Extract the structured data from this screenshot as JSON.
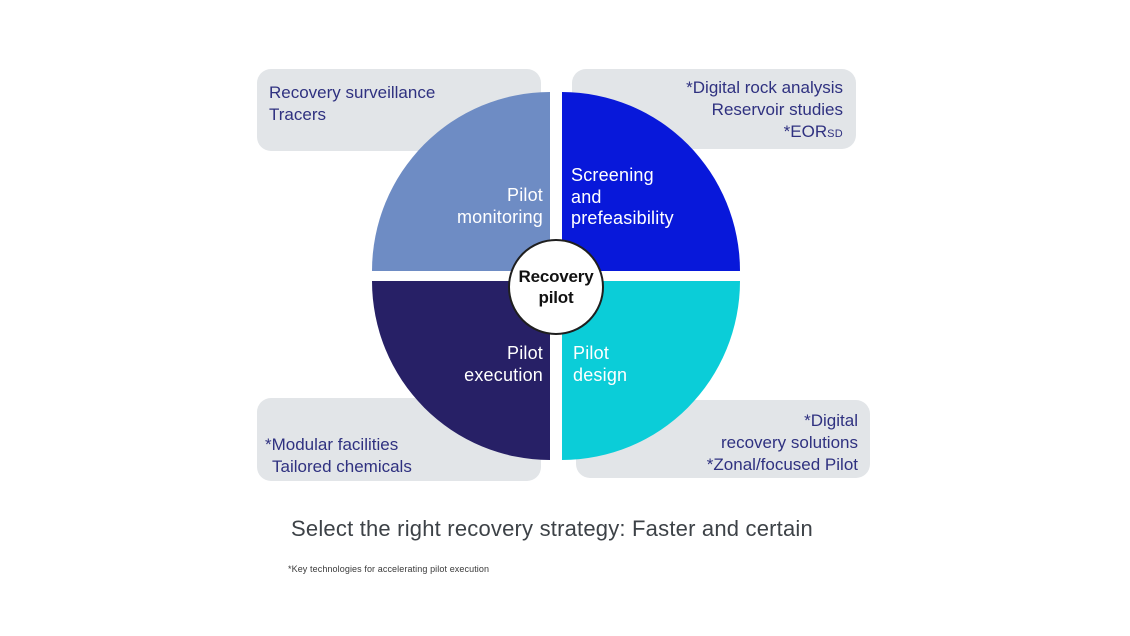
{
  "colors": {
    "background": "#ffffff",
    "quadrant_top_left": "#6e8cc4",
    "quadrant_top_right": "#0818da",
    "quadrant_bottom_left": "#272066",
    "quadrant_bottom_right": "#0bcdd8",
    "corner_box_bg": "#e2e5e8",
    "corner_box_text": "#2f3180",
    "quadrant_label_text": "#ffffff",
    "center_circle_bg": "#ffffff",
    "center_circle_border": "#1f1f1f",
    "center_circle_text": "#111111",
    "caption_text": "#3d4247",
    "footnote_text": "#3a3a3a"
  },
  "center": {
    "line1": "Recovery",
    "line2": "pilot"
  },
  "quadrants": {
    "top_left": {
      "label_lines": [
        "Pilot",
        "monitoring"
      ]
    },
    "top_right": {
      "label_lines": [
        "Screening",
        "and",
        "prefeasibility"
      ]
    },
    "bottom_left": {
      "label_lines": [
        "Pilot",
        "execution"
      ]
    },
    "bottom_right": {
      "label_lines": [
        "Pilot",
        "design"
      ]
    }
  },
  "corner_boxes": {
    "top_left": {
      "lines": [
        "Recovery surveillance",
        "Tracers"
      ]
    },
    "top_right": {
      "lines": [
        "*Digital rock analysis",
        "Reservoir studies"
      ],
      "line3_main": "*EOR",
      "line3_sub": "SD"
    },
    "bottom_left": {
      "lines": [
        "*Modular facilities",
        "Tailored chemicals"
      ]
    },
    "bottom_right": {
      "lines": [
        "*Digital",
        "recovery solutions",
        "*Zonal/focused Pilot"
      ]
    }
  },
  "caption": "Select the right recovery strategy: Faster and certain",
  "footnote": "*Key technologies for accelerating pilot execution"
}
